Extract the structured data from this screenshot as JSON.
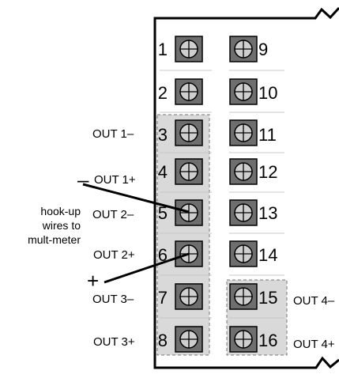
{
  "terminals": {
    "left": [
      "1",
      "2",
      "3",
      "4",
      "5",
      "6",
      "7",
      "8"
    ],
    "right": [
      "9",
      "10",
      "11",
      "12",
      "13",
      "14",
      "15",
      "16"
    ]
  },
  "output_labels": {
    "left": [
      "OUT 1–",
      "OUT 1+",
      "OUT 2–",
      "OUT 2+",
      "OUT 3–",
      "OUT 3+"
    ],
    "right": [
      "OUT 4–",
      "OUT 4+"
    ]
  },
  "note": {
    "lines": [
      "hook-up",
      "wires to",
      "mult-meter"
    ]
  },
  "polarity": {
    "minus": "–",
    "plus": "+"
  },
  "colors": {
    "screw_block": "#6e6e6e",
    "screw_head": "#cfcfcf",
    "highlight_fill": "#d9d9d9",
    "outline": "#000000"
  }
}
